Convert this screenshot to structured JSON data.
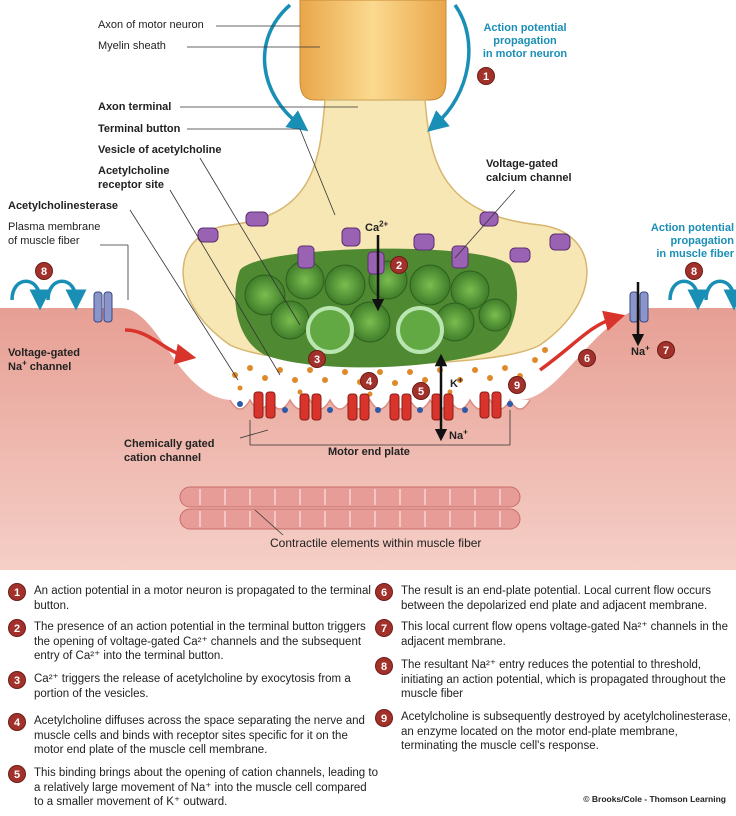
{
  "labels": {
    "axon": "Axon of motor neuron",
    "myelin": "Myelin sheath",
    "axon_terminal": "Axon terminal",
    "terminal_button": "Terminal button",
    "vesicle": "Vesicle of acetylcholine",
    "receptor_1": "Acetylcholine",
    "receptor_2": "receptor site",
    "ache": "Acetylcholinesterase",
    "plasma_1": "Plasma membrane",
    "plasma_2": "of muscle fiber",
    "vg_calcium_1": "Voltage-gated",
    "vg_calcium_2": "calcium channel",
    "vg_na_1": "Voltage-gated",
    "vg_na_2": "Na",
    "vg_na_sup": "+",
    "vg_na_3": " channel",
    "chem_1": "Chemically  gated",
    "chem_2": "cation channel",
    "motor_end_plate": "Motor end plate",
    "contractile": "Contractile elements within muscle fiber",
    "ap_neuron_1": "Action potential",
    "ap_neuron_2": "propagation",
    "ap_neuron_3": "in motor neuron",
    "ap_muscle_1": "Action potential",
    "ap_muscle_2": "propagation",
    "ap_muscle_3": "in muscle fiber",
    "ca": "Ca",
    "ca_sup": "2+",
    "k": "K",
    "k_sup": "+",
    "na": "Na",
    "na_sup": "+",
    "na_right": "Na",
    "na_right_sup": "+"
  },
  "badges": [
    "1",
    "2",
    "3",
    "4",
    "5",
    "6",
    "7",
    "8",
    "8",
    "9"
  ],
  "steps": [
    {
      "num": "1",
      "text": "An action potential in a motor neuron is propagated to the terminal button."
    },
    {
      "num": "2",
      "text": "The presence of an action potential in the terminal button triggers the opening of voltage-gated Ca²⁺ channels and the subsequent entry of Ca²⁺ into the terminal button."
    },
    {
      "num": "3",
      "text": "Ca²⁺ triggers the release of acetylcholine by exocytosis from a portion of the vesicles."
    },
    {
      "num": "4",
      "text": "Acetylcholine diffuses across the space separating the nerve and muscle cells and binds with receptor sites specific for it on the motor end plate of the muscle cell membrane."
    },
    {
      "num": "5",
      "text": "This binding brings about the opening of cation channels, leading to a relatively large movement of Na⁺ into the muscle cell compared to a smaller movement of K⁺ outward."
    },
    {
      "num": "6",
      "text": "The result is an end-plate potential. Local current flow occurs between the depolarized end plate and adjacent membrane."
    },
    {
      "num": "7",
      "text": "This local current flow opens voltage-gated Na²⁺ channels in the adjacent membrane."
    },
    {
      "num": "8",
      "text": "The resultant Na²⁺ entry reduces the potential to threshold, initiating an action potential, which is propagated throughout the muscle fiber"
    },
    {
      "num": "9",
      "text": "Acetylcholine is subsequently destroyed by acetylcholinesterase, an enzyme located on the motor end-plate membrane, terminating the muscle cell's response."
    }
  ],
  "copyright": "© Brooks/Cole - Thomson Learning",
  "colors": {
    "axon": "#f3c77a",
    "terminal": "#f6e7b4",
    "muscle": "#eeb2a8",
    "vesicle": "#5c9a3a",
    "badge": "#a3312b",
    "teal": "#1a8fb5",
    "red_arrow": "#d9342b"
  }
}
